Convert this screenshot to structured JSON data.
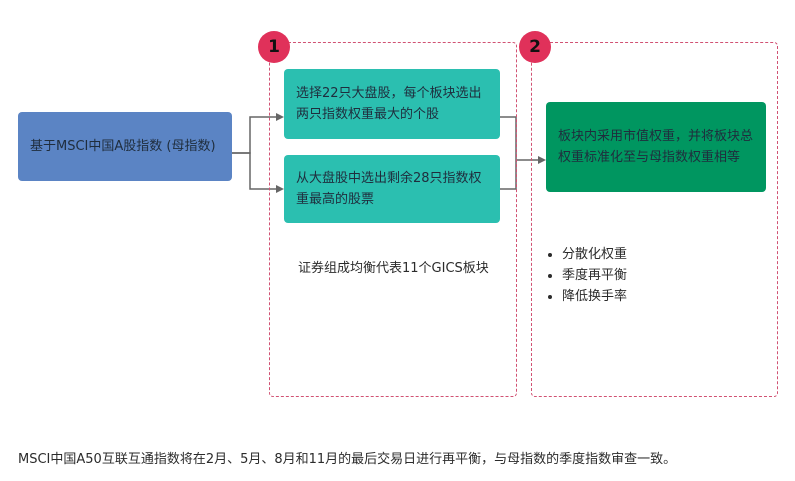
{
  "base": {
    "label": "基于MSCI中国A股指数 (母指数)"
  },
  "step1": {
    "badge": "1",
    "box_a": "选择22只大盘股，每个板块选出两只指数权重最大的个股",
    "box_b": "从大盘股中选出剩余28只指数权重最高的股票",
    "note": "证券组成均衡代表11个GICS板块"
  },
  "step2": {
    "badge": "2",
    "box": "板块内采用市值权重，并将板块总权重标准化至与母指数权重相等",
    "bullets": [
      "分散化权重",
      "季度再平衡",
      "降低换手率"
    ]
  },
  "footer": "MSCI中国A50互联互通指数将在2月、5月、8月和11月的最后交易日进行再平衡，与母指数的季度指数审查一致。",
  "colors": {
    "base_box": "#5b84c4",
    "step1_box": "#2bbfb0",
    "step2_box": "#009660",
    "panel_border": "#d15273",
    "badge": "#e0315a",
    "connector": "#666666"
  }
}
